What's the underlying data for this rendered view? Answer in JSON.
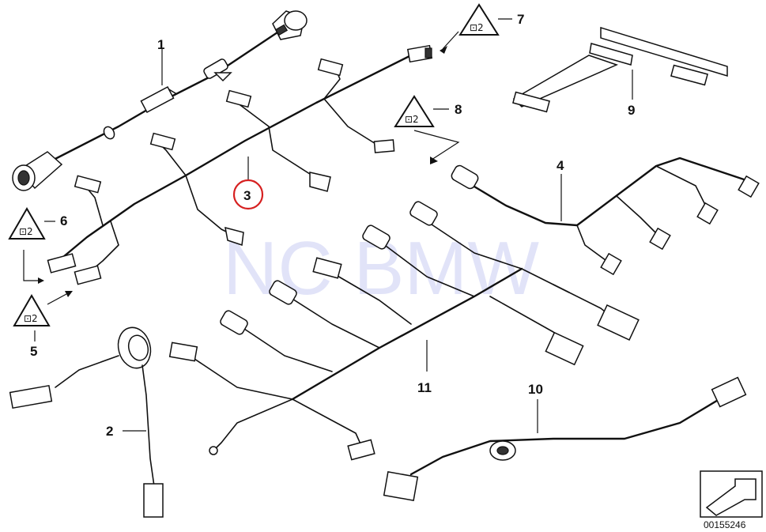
{
  "diagram": {
    "watermark": "NC BMW",
    "doc_number": "00155246",
    "callouts": {
      "c1": "1",
      "c2": "2",
      "c3": "3",
      "c4": "4",
      "c5": "5",
      "c6": "6",
      "c7": "7",
      "c8": "8",
      "c9": "9",
      "c10": "10",
      "c11": "11"
    },
    "highlighted_callout": "3",
    "highlight_color": "#d62020"
  }
}
